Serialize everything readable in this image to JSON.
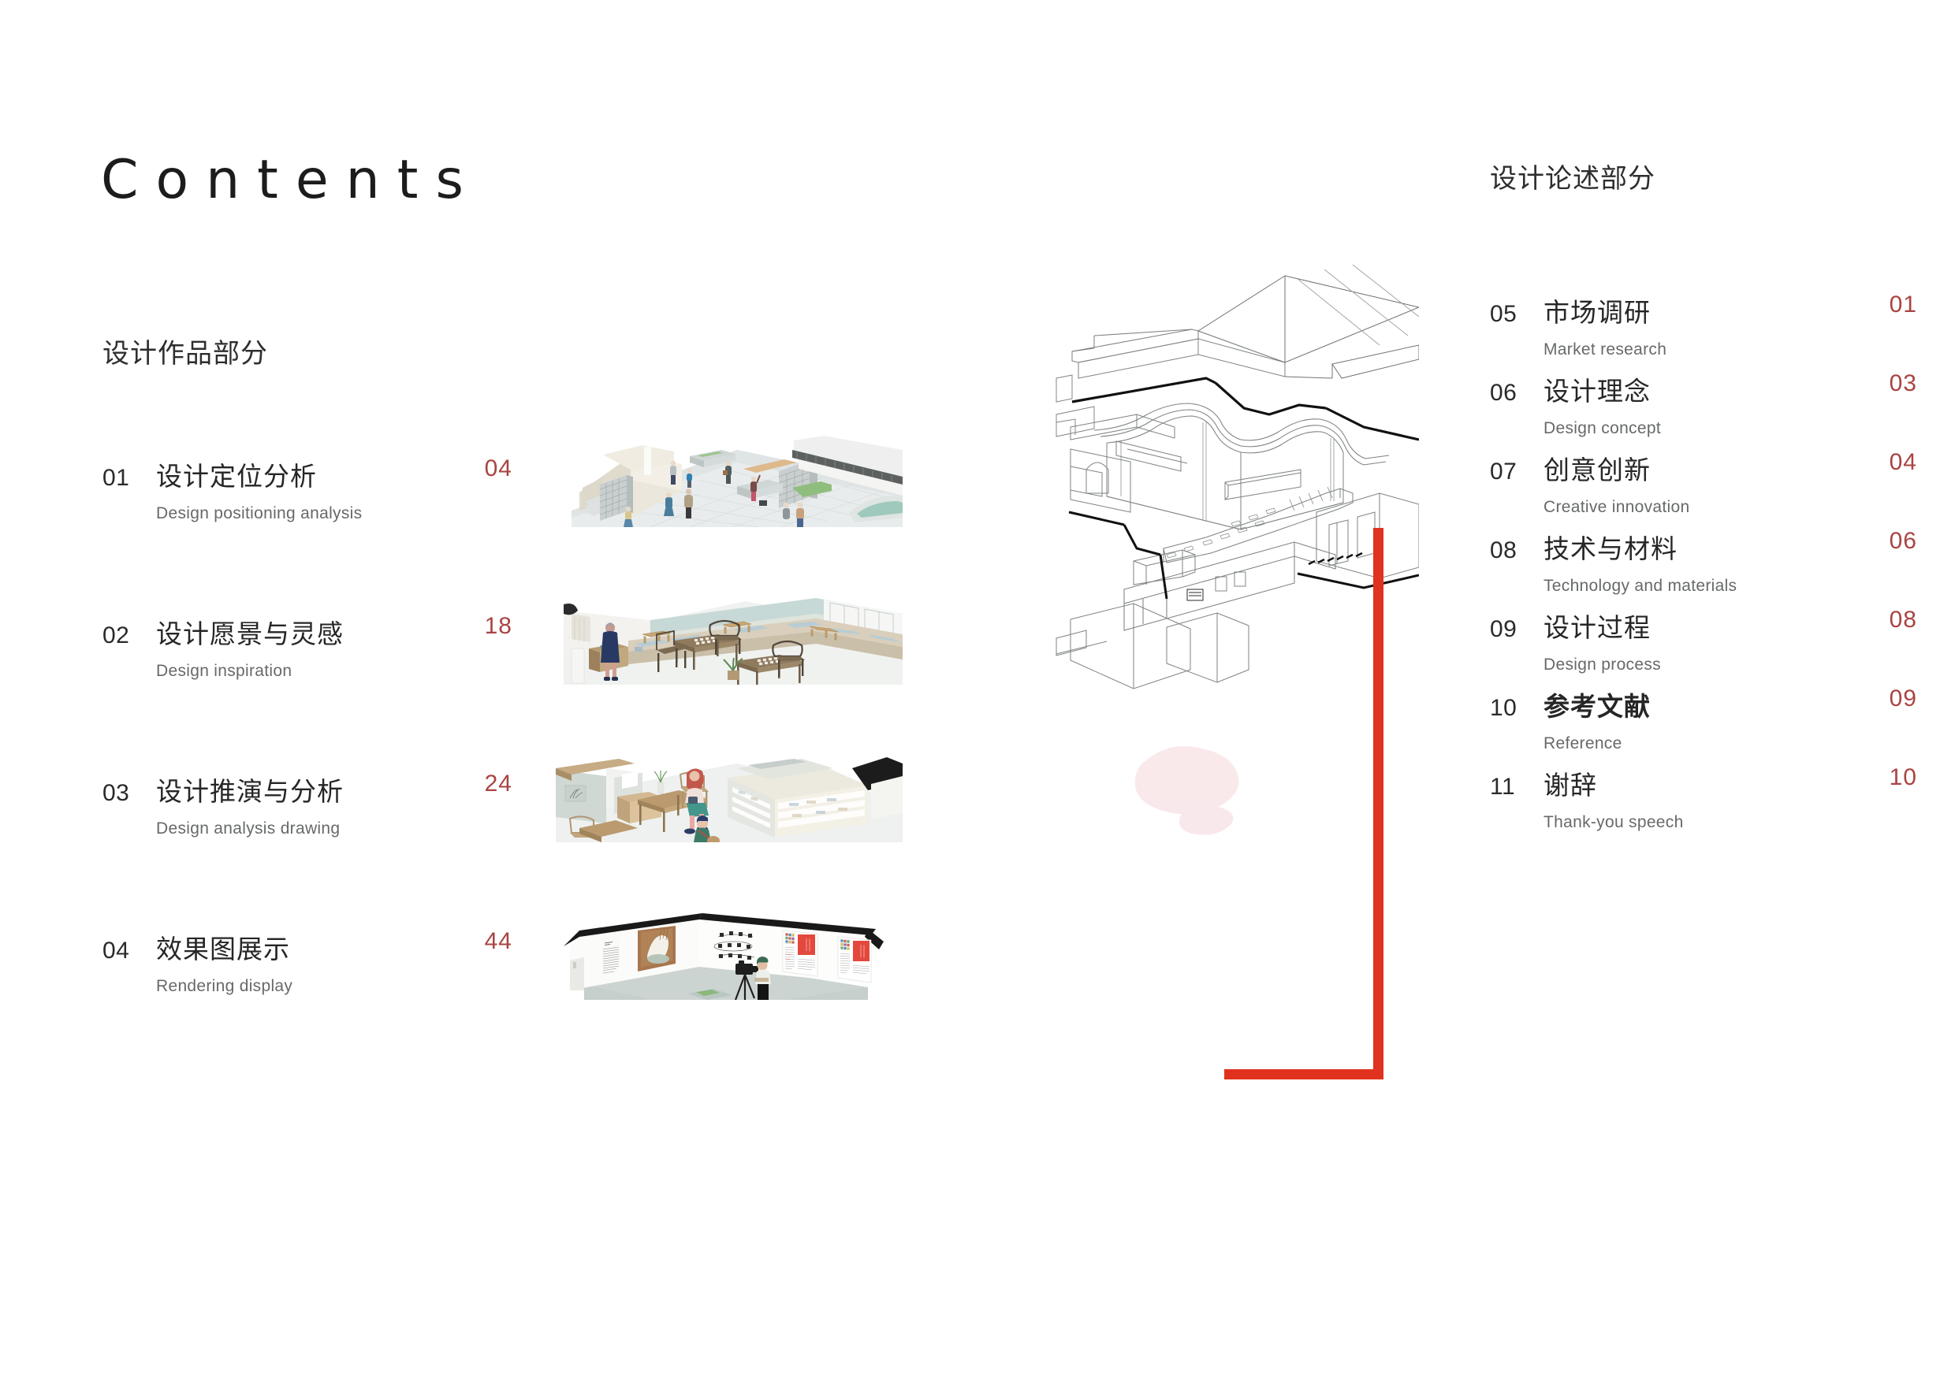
{
  "page": {
    "title": "Contents",
    "accent_red": "#A94442",
    "rule_red": "#E0321E",
    "background": "#FFFFFF"
  },
  "left_section": {
    "heading": "设计作品部分",
    "items": [
      {
        "num": "01",
        "zh": "设计定位分析",
        "en": "Design positioning analysis",
        "page": "04",
        "thumb_name": "plaza-axonometric-thumbnail"
      },
      {
        "num": "02",
        "zh": "设计愿景与灵感",
        "en": "Design inspiration",
        "page": "18",
        "thumb_name": "teahouse-interior-thumbnail"
      },
      {
        "num": "03",
        "zh": "设计推演与分析",
        "en": "Design analysis drawing",
        "page": "24",
        "thumb_name": "cafe-reading-room-thumbnail"
      },
      {
        "num": "04",
        "zh": "效果图展示",
        "en": "Rendering display",
        "page": "44",
        "thumb_name": "gallery-exhibition-thumbnail"
      }
    ]
  },
  "right_section": {
    "heading": "设计论述部分",
    "items": [
      {
        "num": "05",
        "zh": "市场调研",
        "en": "Market research",
        "page": "01"
      },
      {
        "num": "06",
        "zh": "设计理念",
        "en": "Design concept",
        "page": "03"
      },
      {
        "num": "07",
        "zh": "创意创新",
        "en": "Creative innovation",
        "page": "04"
      },
      {
        "num": "08",
        "zh": "技术与材料",
        "en": "Technology and materials",
        "page": "06"
      },
      {
        "num": "09",
        "zh": "设计过程",
        "en": "Design process",
        "page": "08"
      },
      {
        "num": "10",
        "zh": "参考文献",
        "en": "Reference",
        "page": "09"
      },
      {
        "num": "11",
        "zh": "谢辞",
        "en": "Thank-you speech",
        "page": "10"
      }
    ]
  },
  "center_illustration": {
    "name": "courtyard-building-axonometric",
    "description": "传统院落建筑轴测线稿"
  }
}
